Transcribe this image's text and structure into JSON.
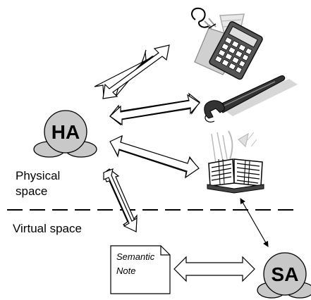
{
  "agents": {
    "human": {
      "label": "HA"
    },
    "software": {
      "label": "SA"
    }
  },
  "regions": {
    "physical": {
      "line1": "Physical",
      "line2": "space"
    },
    "virtual": {
      "label": "Virtual space"
    }
  },
  "note": {
    "line1": "Semantic",
    "line2": "Note"
  },
  "icons": [
    "calculator-icon",
    "wrench-icon",
    "book-icon"
  ],
  "colors": {
    "agent_fill": "#c8c8c8",
    "agent_stroke": "#000000",
    "wrench": "#333333",
    "line": "#000000"
  }
}
